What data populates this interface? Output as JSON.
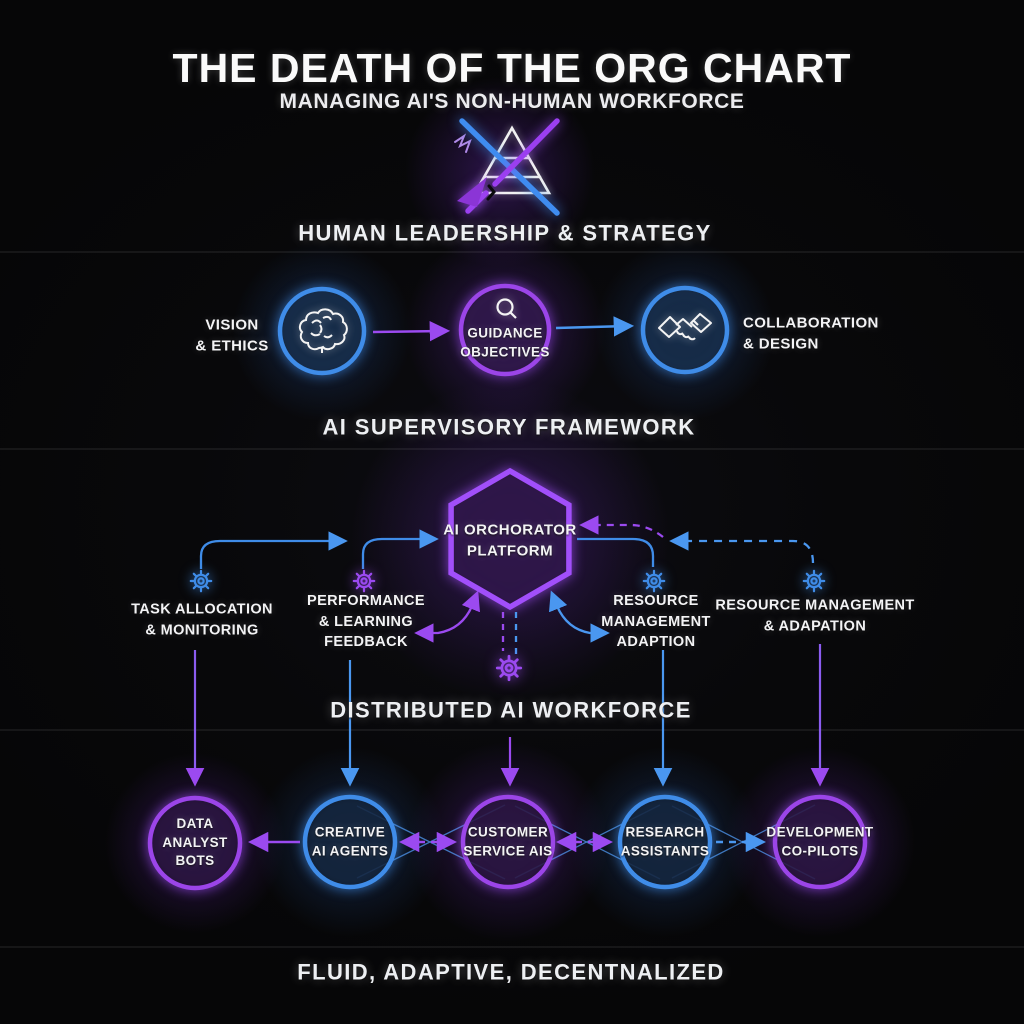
{
  "meta": {
    "title": "THE DEATH OF THE ORG CHART",
    "subtitle": "MANAGING AI'S NON-HUMAN WORKFORCE",
    "footer": "FLUID, ADAPTIVE, DECENTNALIZED",
    "top_icon": "broken-org-pyramid-icon"
  },
  "colors": {
    "background": "#08080a",
    "blue": "#3f8ce8",
    "purple": "#9b4af0",
    "hexagon_purple": "#a14ffa",
    "text": "#f3f3f5"
  },
  "sections": {
    "human_leadership": {
      "heading": "HUMAN LEADERSHIP & STRATEGY",
      "nodes": [
        {
          "label": "VISION\n& ETHICS",
          "icon": "brain-icon",
          "circle_color": "blue"
        },
        {
          "label": "GUIDANCE\nOBJECTIVES",
          "icon": "magnifier-icon",
          "circle_color": "purple"
        },
        {
          "label": "COLLABORATION\n& DESIGN",
          "icon": "handshake-icon",
          "circle_color": "blue"
        }
      ]
    },
    "supervisory": {
      "heading": "AI SUPERVISORY FRAMEWORK",
      "hub": {
        "label": "AI ORCHORATOR\nPLATFORM",
        "shape": "hexagon",
        "color": "purple"
      },
      "nodes": [
        {
          "label": "TASK ALLOCATION\n& MONITORING",
          "icon": "gear-icon",
          "gear_color": "blue"
        },
        {
          "label": "PERFORMANCE\n& LEARNING\nFEEDBACK",
          "icon": "gear-icon",
          "gear_color": "purple"
        },
        {
          "label": "RESOURCE\nMANAGEMENT\nADAPTION",
          "icon": "gear-icon",
          "gear_color": "blue"
        },
        {
          "label": "RESOURCE MANAGEMENT\n& ADAPATION",
          "icon": "gear-icon",
          "gear_color": "blue"
        }
      ],
      "center_icon": "gear-icon"
    },
    "workforce": {
      "heading": "DISTRIBUTED AI WORKFORCE",
      "nodes": [
        {
          "label": "DATA\nANALYST\nBOTS",
          "circle_color": "purple"
        },
        {
          "label": "CREATIVE\nAI AGENTS",
          "circle_color": "blue"
        },
        {
          "label": "CUSTOMER\nSERVICE AIS",
          "circle_color": "purple"
        },
        {
          "label": "RESEARCH\nASSISTANTS",
          "circle_color": "blue"
        },
        {
          "label": "DEVELOPMENT\nCO-PILOTS",
          "circle_color": "purple"
        }
      ]
    }
  }
}
